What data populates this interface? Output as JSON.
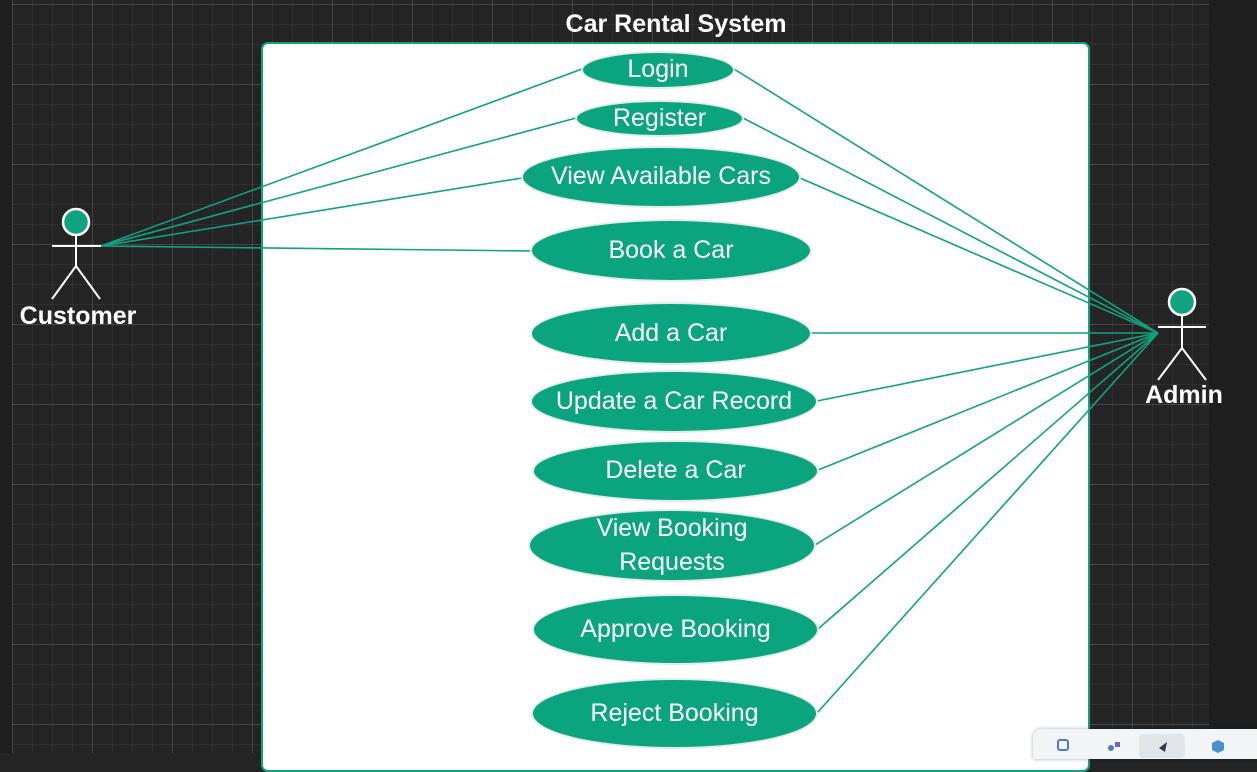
{
  "diagram": {
    "title": "Car Rental System",
    "actors": {
      "customer": "Customer",
      "admin": "Admin"
    },
    "use_cases": {
      "login": "Login",
      "register": "Register",
      "view_cars": "View Available Cars",
      "book_car": "Book a Car",
      "add_car": "Add a Car",
      "update_car": "Update a Car Record",
      "delete_car": "Delete a Car",
      "view_requests": "View Booking Requests",
      "approve": "Approve Booking",
      "reject": "Reject Booking"
    },
    "associations": [
      [
        "Customer",
        "Login"
      ],
      [
        "Customer",
        "Register"
      ],
      [
        "Customer",
        "View Available Cars"
      ],
      [
        "Customer",
        "Book a Car"
      ],
      [
        "Admin",
        "Login"
      ],
      [
        "Admin",
        "Register"
      ],
      [
        "Admin",
        "View Available Cars"
      ],
      [
        "Admin",
        "Add a Car"
      ],
      [
        "Admin",
        "Update a Car Record"
      ],
      [
        "Admin",
        "Delete a Car"
      ],
      [
        "Admin",
        "View Booking Requests"
      ],
      [
        "Admin",
        "Approve Booking"
      ],
      [
        "Admin",
        "Reject Booking"
      ]
    ]
  },
  "colors": {
    "accent": "#10a37f",
    "usecase_fill": "#0aa57f",
    "canvas": "#242424"
  },
  "toolbar": {
    "icons": [
      "canvas-tool-icon",
      "shapes-tool-icon",
      "pointer-tool-icon",
      "cube-tool-icon"
    ]
  }
}
